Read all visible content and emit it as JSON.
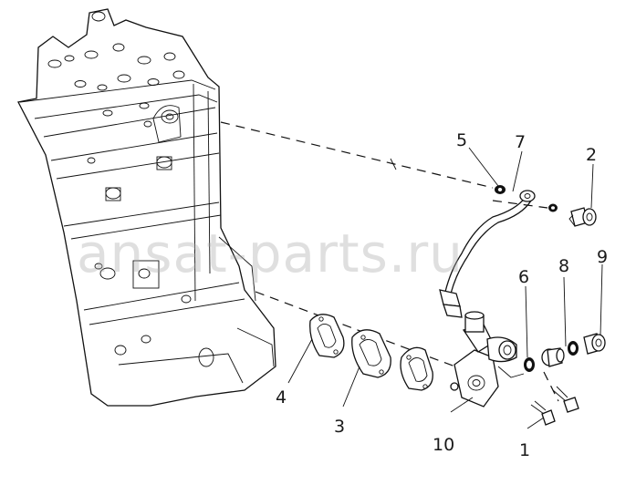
{
  "watermark": "ansat-parts.ru",
  "callouts": [
    {
      "id": "1",
      "text": "1"
    },
    {
      "id": "2",
      "text": "2"
    },
    {
      "id": "3",
      "text": "3"
    },
    {
      "id": "4",
      "text": "4"
    },
    {
      "id": "5",
      "text": "5"
    },
    {
      "id": "6",
      "text": "6"
    },
    {
      "id": "7",
      "text": "7"
    },
    {
      "id": "8",
      "text": "8"
    },
    {
      "id": "9",
      "text": "9"
    },
    {
      "id": "10",
      "text": "10"
    }
  ],
  "colors": {
    "line": "#111111",
    "background": "#ffffff",
    "watermark": "#aaaaaa"
  }
}
